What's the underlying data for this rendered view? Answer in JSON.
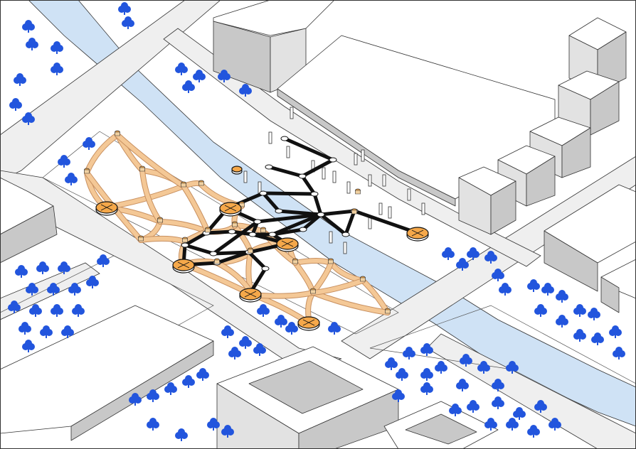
{
  "colors": {
    "background": "#ffffff",
    "roof": "#ffffff",
    "wall_dark": "#c8c8c8",
    "wall_light": "#e2e2e2",
    "road": "#efefef",
    "water": "#cfe2f5",
    "tree": "#2255dd",
    "walkway": "#f4c896",
    "walkway_edge": "#c89060",
    "path_network": "#111111",
    "platform": "#f5a84a",
    "line": "#333333"
  },
  "icons": {
    "tree": "tree-icon",
    "platform": "platform-icon",
    "pylon": "pylon-icon",
    "post": "post-icon"
  },
  "layers": [
    "water",
    "roads",
    "buildings",
    "trees",
    "walkway-network",
    "elevated-path-network",
    "platforms"
  ]
}
